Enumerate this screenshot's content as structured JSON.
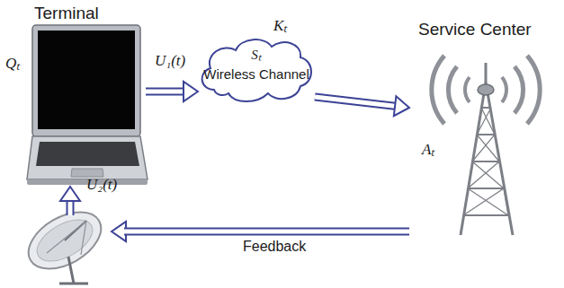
{
  "diagram": {
    "nodes": [
      {
        "text": [
          "Terminal",
          "Qₜ"
        ]
      },
      {
        "text": [
          "Sₜ",
          "Wireless Channel"
        ]
      },
      {
        "text": [
          "Service Center",
          "Aₜ"
        ]
      }
    ],
    "edges": [
      {
        "from": 0,
        "to": 1,
        "arrow": "to",
        "label": "U₁(t)"
      },
      {
        "from": 1,
        "to": 2,
        "arrow": "to"
      },
      {
        "from": 2,
        "to": 0,
        "arrow": "to",
        "label": "Feedback"
      }
    ],
    "labels": [
      "Kₜ",
      "U₂(t)"
    ]
  }
}
